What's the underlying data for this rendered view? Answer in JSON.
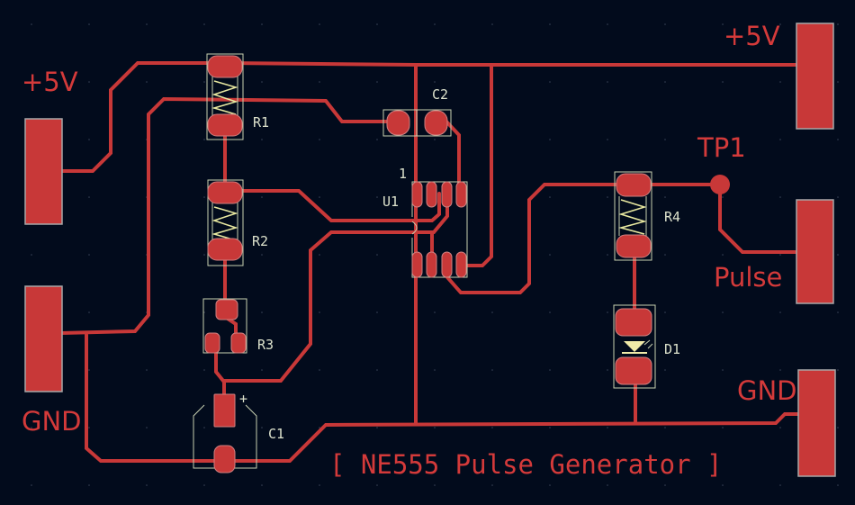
{
  "board": {
    "title": "[ NE555 Pulse Generator ]",
    "background_color": "#020b1c",
    "copper_color": "#c83838",
    "silkscreen_color": "#dde2cc"
  },
  "net_labels": {
    "vcc_left": "+5V",
    "vcc_right": "+5V",
    "gnd_left": "GND",
    "gnd_right": "GND",
    "pulse": "Pulse",
    "testpoint": "TP1"
  },
  "components": {
    "r1": "R1",
    "r2": "R2",
    "r3": "R3",
    "r4": "R4",
    "c1": "C1",
    "c2": "C2",
    "u1": "U1",
    "u1_pin1": "1",
    "d1": "D1",
    "c1_polarity": "+"
  }
}
